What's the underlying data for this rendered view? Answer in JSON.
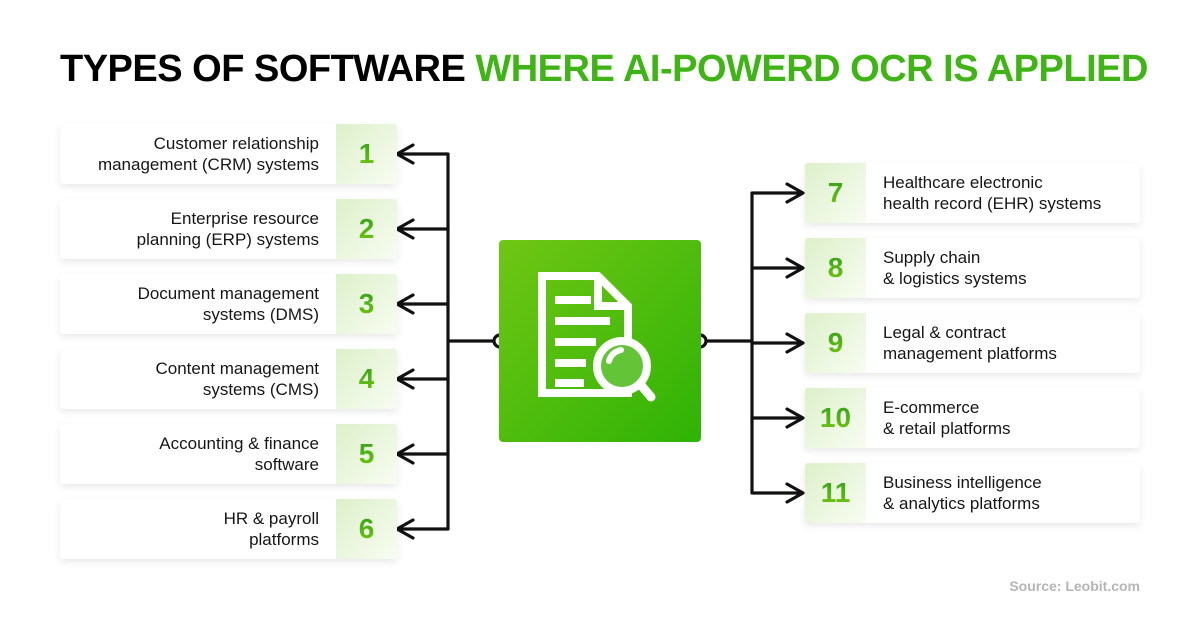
{
  "title": {
    "black": "TYPES OF SOFTWARE ",
    "green": "WHERE AI-POWERD OCR IS APPLIED"
  },
  "left_items": [
    {
      "number": "1",
      "lines": [
        "Customer relationship",
        "management (CRM) systems"
      ]
    },
    {
      "number": "2",
      "lines": [
        "Enterprise resource",
        "planning (ERP) systems"
      ]
    },
    {
      "number": "3",
      "lines": [
        "Document management",
        "systems (DMS)"
      ]
    },
    {
      "number": "4",
      "lines": [
        "Content management",
        "systems (CMS)"
      ]
    },
    {
      "number": "5",
      "lines": [
        "Accounting & finance",
        "software"
      ]
    },
    {
      "number": "6",
      "lines": [
        "HR & payroll",
        "platforms"
      ]
    }
  ],
  "right_items": [
    {
      "number": "7",
      "lines": [
        "Healthcare electronic",
        "health record (EHR) systems"
      ]
    },
    {
      "number": "8",
      "lines": [
        "Supply chain",
        "& logistics systems"
      ]
    },
    {
      "number": "9",
      "lines": [
        "Legal & contract",
        "management platforms"
      ]
    },
    {
      "number": "10",
      "lines": [
        "E-commerce",
        "& retail platforms"
      ]
    },
    {
      "number": "11",
      "lines": [
        "Business intelligence",
        "& analytics platforms"
      ]
    }
  ],
  "source": "Source: Leobit.com",
  "center_icon": "document-with-magnifier-icon",
  "colors": {
    "accent_green": "#3eb514",
    "num_green_top": "#2f9e1c",
    "num_green_bottom": "#76c90e",
    "box_grad_start": "#70c614",
    "box_grad_end": "#2fb306",
    "cell_grad_start": "#ddf0ca",
    "cell_grad_end": "#f8fcf2",
    "line_black": "#111111",
    "text_dark": "#161616",
    "source_gray": "#b5b5b5",
    "magnifier_fill": "#63c437"
  }
}
